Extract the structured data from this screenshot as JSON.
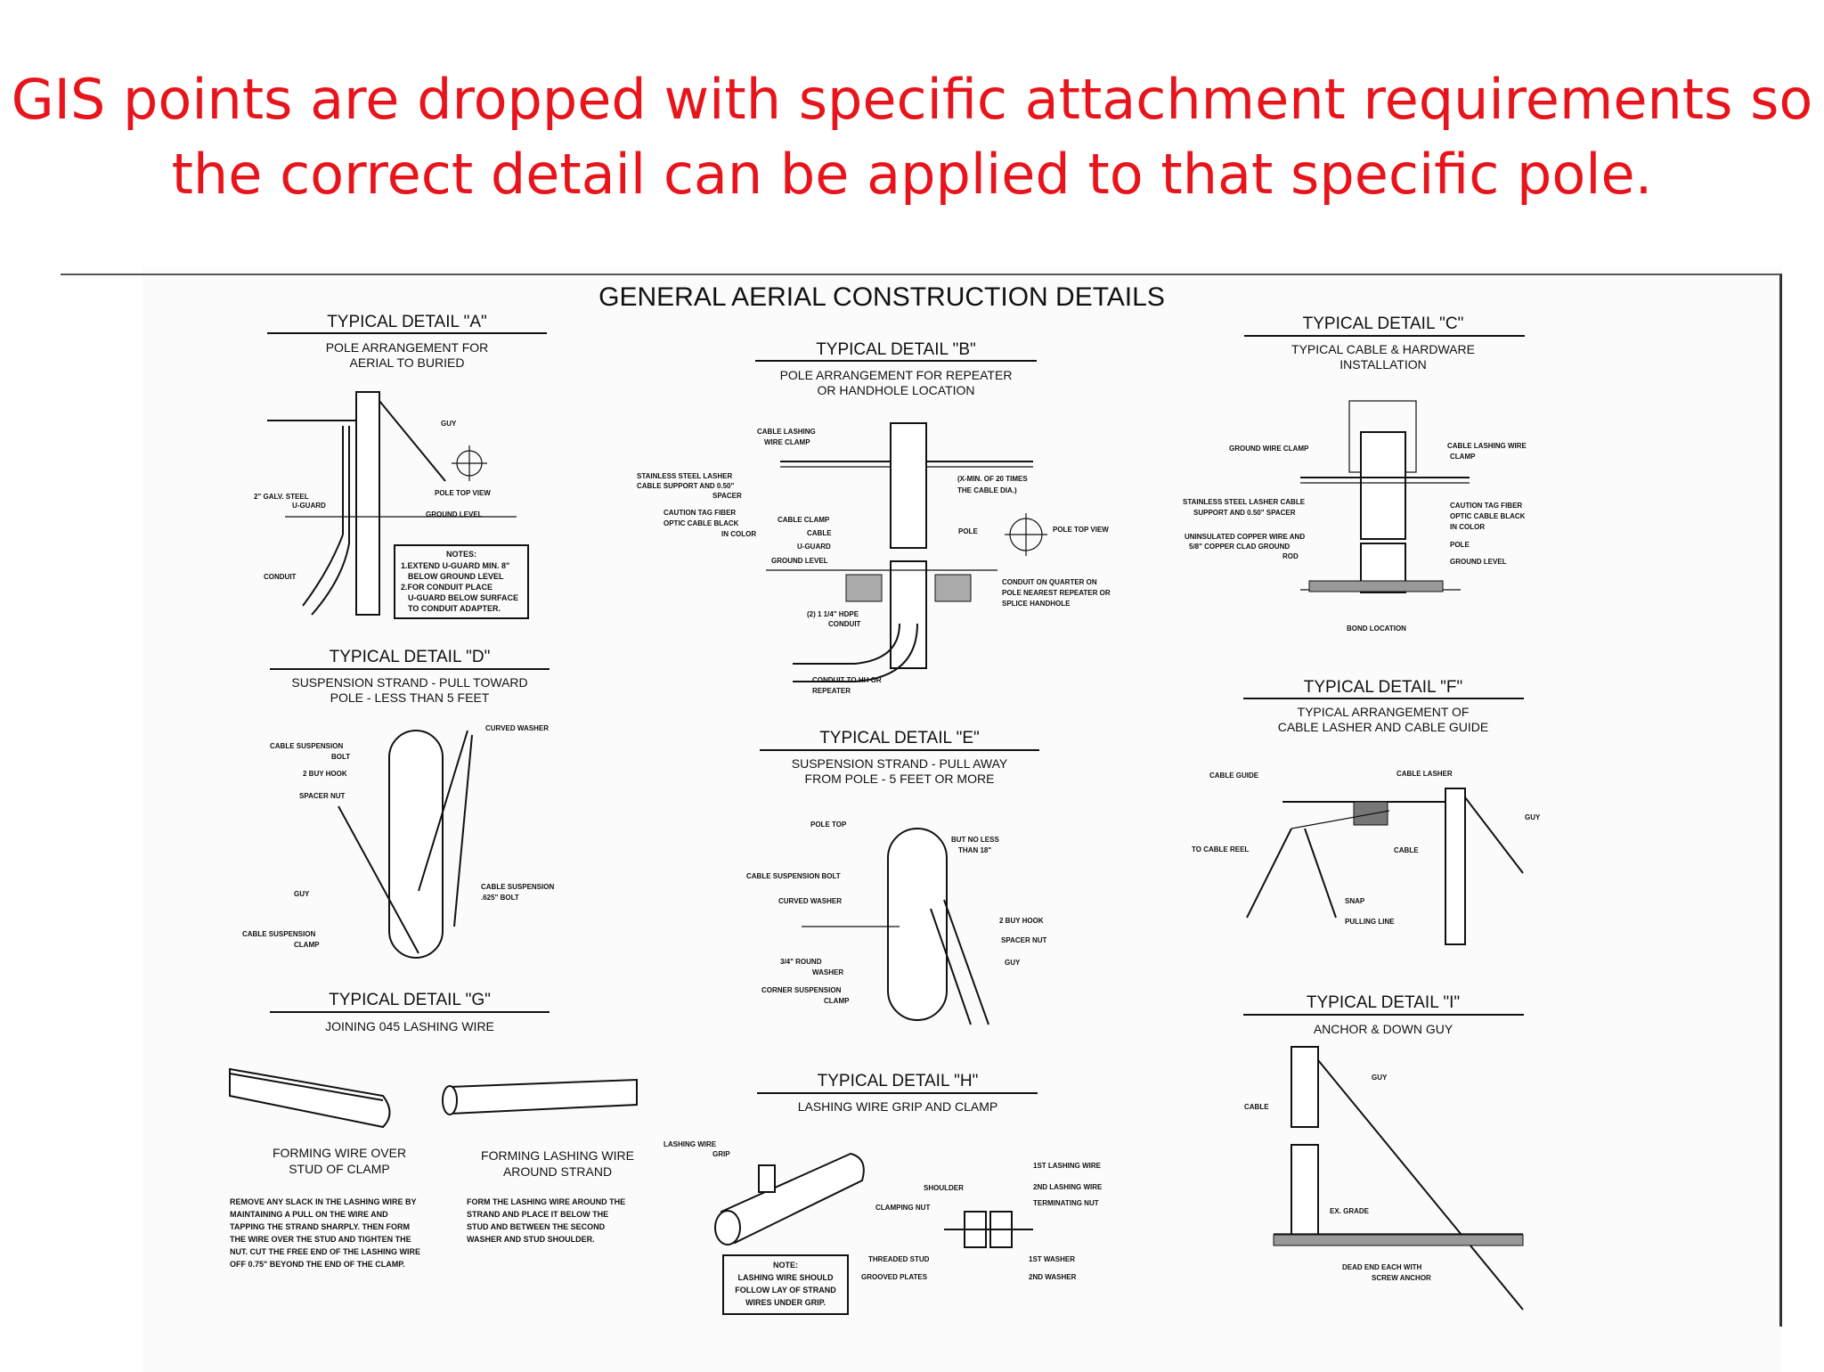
{
  "headline": {
    "line1": "GIS points are dropped with specific attachment requirements so",
    "line2": "the correct detail can be applied to that specific pole."
  },
  "colors": {
    "headline": "#e8141b",
    "drawing": "#111111"
  },
  "sheet": {
    "title": "GENERAL AERIAL CONSTRUCTION DETAILS"
  },
  "details": {
    "A": {
      "title": "TYPICAL DETAIL \"A\"",
      "sub1": "POLE ARRANGEMENT FOR",
      "sub2": "AERIAL TO BURIED",
      "labels": [
        "GUY",
        "POLE TOP VIEW",
        "2\" GALV. STEEL",
        "U-GUARD",
        "GROUND LEVEL",
        "CONDUIT"
      ],
      "notes_title": "NOTES:",
      "notes": [
        "1.EXTEND U-GUARD MIN. 8\"",
        "BELOW GROUND LEVEL",
        "2.FOR CONDUIT PLACE",
        "U-GUARD BELOW SURFACE",
        "TO CONDUIT ADAPTER."
      ]
    },
    "B": {
      "title": "TYPICAL DETAIL \"B\"",
      "sub1": "POLE ARRANGEMENT FOR REPEATER",
      "sub2": "OR HANDHOLE LOCATION",
      "labels": [
        "CABLE LASHING",
        "WIRE CLAMP",
        "STAINLESS STEEL LASHER",
        "CABLE SUPPORT AND 0.50\"",
        "SPACER",
        "CAUTION TAG FIBER",
        "OPTIC CABLE BLACK",
        "IN COLOR",
        "CABLE CLAMP",
        "CABLE",
        "U-GUARD",
        "GROUND LEVEL",
        "(X-MIN. OF 20 TIMES",
        "THE CABLE DIA.)",
        "POLE",
        "POLE TOP VIEW",
        "(2) 1 1/4\" HDPE",
        "CONDUIT",
        "CONDUIT ON QUARTER ON",
        "POLE NEAREST REPEATER OR",
        "SPLICE HANDHOLE",
        "CONDUIT TO HH OR",
        "REPEATER"
      ]
    },
    "C": {
      "title": "TYPICAL DETAIL \"C\"",
      "sub1": "TYPICAL CABLE & HARDWARE",
      "sub2": "INSTALLATION",
      "labels": [
        "GROUND WIRE CLAMP",
        "CABLE LASHING WIRE",
        "CLAMP",
        "STAINLESS STEEL LASHER CABLE",
        "SUPPORT AND 0.50\" SPACER",
        "CAUTION TAG FIBER",
        "OPTIC CABLE BLACK",
        "IN COLOR",
        "POLE",
        "UNINSULATED COPPER WIRE AND",
        "5/8\" COPPER CLAD GROUND",
        "ROD",
        "GROUND LEVEL",
        "BOND LOCATION"
      ]
    },
    "D": {
      "title": "TYPICAL DETAIL \"D\"",
      "sub1": "SUSPENSION STRAND - PULL TOWARD",
      "sub2": "POLE - LESS THAN 5 FEET",
      "labels": [
        "CURVED WASHER",
        "CABLE SUSPENSION",
        "BOLT",
        "2 BUY HOOK",
        "SPACER NUT",
        "GUY",
        "CABLE SUSPENSION",
        ".625\" BOLT",
        "CABLE SUSPENSION",
        "CLAMP"
      ]
    },
    "E": {
      "title": "TYPICAL DETAIL \"E\"",
      "sub1": "SUSPENSION STRAND - PULL AWAY",
      "sub2": "FROM POLE - 5 FEET OR MORE",
      "labels": [
        "POLE TOP",
        "BUT NO LESS",
        "THAN 18\"",
        "CABLE SUSPENSION BOLT",
        "CURVED WASHER",
        "2 BUY HOOK",
        "SPACER NUT",
        "GUY",
        "3/4\" ROUND",
        "WASHER",
        "CORNER SUSPENSION",
        "CLAMP"
      ]
    },
    "F": {
      "title": "TYPICAL DETAIL \"F\"",
      "sub1": "TYPICAL ARRANGEMENT OF",
      "sub2": "CABLE LASHER AND CABLE GUIDE",
      "labels": [
        "CABLE GUIDE",
        "CABLE LASHER",
        "GUY",
        "TO CABLE REEL",
        "CABLE",
        "SNAP",
        "PULLING LINE"
      ]
    },
    "G": {
      "title": "TYPICAL DETAIL \"G\"",
      "sub1": "JOINING 045 LASHING WIRE",
      "caption1a": "FORMING WIRE OVER",
      "caption1b": "STUD OF CLAMP",
      "caption2a": "FORMING LASHING WIRE",
      "caption2b": "AROUND STRAND",
      "text1": [
        "REMOVE ANY SLACK IN THE LASHING WIRE BY",
        "MAINTAINING A PULL ON THE WIRE AND",
        "TAPPING THE STRAND SHARPLY. THEN FORM",
        "THE WIRE OVER THE STUD AND TIGHTEN THE",
        "NUT. CUT THE FREE END OF THE LASHING WIRE",
        "OFF 0.75\" BEYOND THE END OF THE CLAMP."
      ],
      "text2": [
        "FORM THE LASHING WIRE AROUND THE",
        "STRAND AND PLACE IT BELOW THE",
        "STUD AND BETWEEN THE SECOND",
        "WASHER AND STUD SHOULDER."
      ]
    },
    "H": {
      "title": "TYPICAL DETAIL \"H\"",
      "sub1": "LASHING WIRE GRIP AND CLAMP",
      "labels": [
        "LASHING WIRE",
        "GRIP",
        "SHOULDER",
        "1ST LASHING WIRE",
        "2ND LASHING WIRE",
        "TERMINATING NUT",
        "CLAMPING NUT",
        "THREADED STUD",
        "GROOVED PLATES",
        "1ST WASHER",
        "2ND WASHER"
      ],
      "note_title": "NOTE:",
      "note": [
        "LASHING WIRE SHOULD",
        "FOLLOW LAY OF STRAND",
        "WIRES UNDER GRIP."
      ]
    },
    "I": {
      "title": "TYPICAL DETAIL \"I\"",
      "sub1": "ANCHOR & DOWN GUY",
      "labels": [
        "GUY",
        "CABLE",
        "EX. GRADE",
        "DEAD END EACH WITH",
        "SCREW ANCHOR"
      ]
    }
  }
}
